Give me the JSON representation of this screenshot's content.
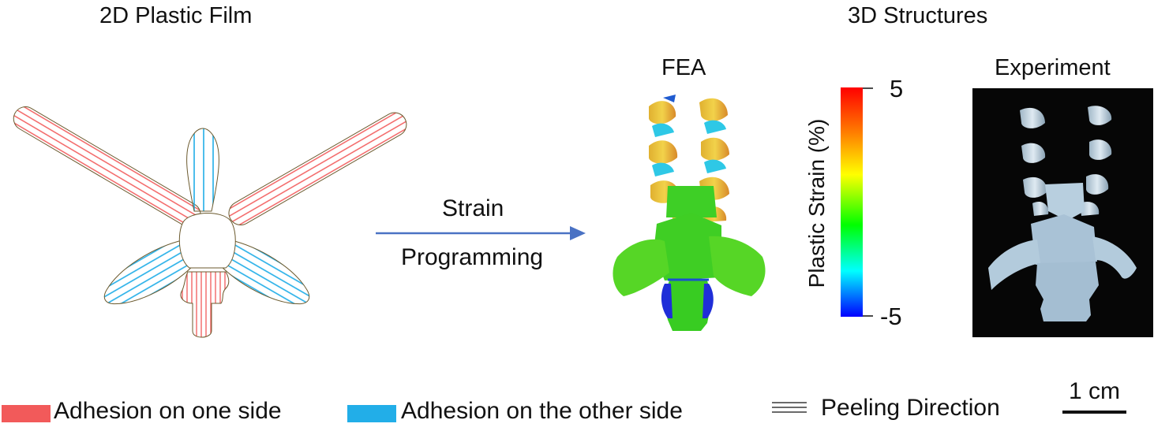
{
  "headings": {
    "left": "2D Plastic Film",
    "right": "3D Structures",
    "fea": "FEA",
    "experiment": "Experiment"
  },
  "arrow": {
    "label_top": "Strain",
    "label_bottom": "Programming"
  },
  "colorbar": {
    "title": "Plastic Strain (%)",
    "max_label": "5",
    "min_label": "-5",
    "max_value": 5,
    "min_value": -5,
    "colors": [
      "#ff0000",
      "#ff8000",
      "#ffff00",
      "#00ff00",
      "#00ffff",
      "#0000ff"
    ]
  },
  "legend": {
    "red_label": "Adhesion on one side",
    "blue_label": "Adhesion on the other side",
    "peel_label": "Peeling Direction",
    "scale_label": "1 cm",
    "red_color": "#f25a5a",
    "blue_color": "#22aee8"
  }
}
